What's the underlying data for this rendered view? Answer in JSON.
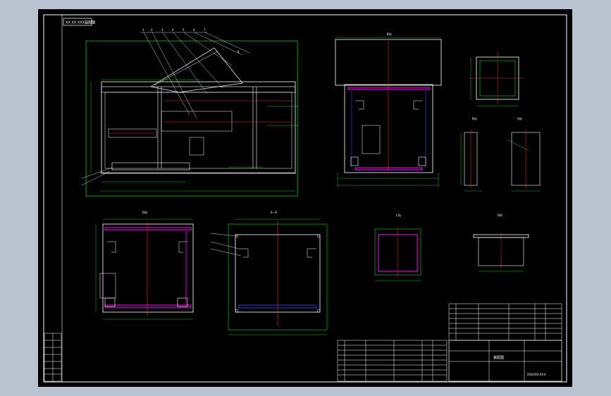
{
  "title_box": {
    "text": "XX·XX·XXX装配图"
  },
  "views": {
    "top_right": {
      "label": "B向"
    },
    "side_left": {
      "label": "B向"
    },
    "side_right": {
      "label": "A向"
    },
    "bottom_left": {
      "label": "D向"
    },
    "bottom_mid": {
      "label": "E—E"
    },
    "bottom_small": {
      "label": "C向"
    },
    "bottom_right": {
      "label": "D向"
    }
  },
  "balloons": [
    "1",
    "2",
    "3",
    "4",
    "5",
    "6",
    "7",
    "8"
  ],
  "title_block": {
    "drawing_name": "装配图",
    "drawing_no": "XXXXXX-XX-X"
  },
  "colors": {
    "background": "#000000",
    "frame": "#ffffff",
    "dimension": "#00ff00",
    "centerline": "#ff2020",
    "highlight": "#ff00ff",
    "leader": "#ffffff"
  }
}
